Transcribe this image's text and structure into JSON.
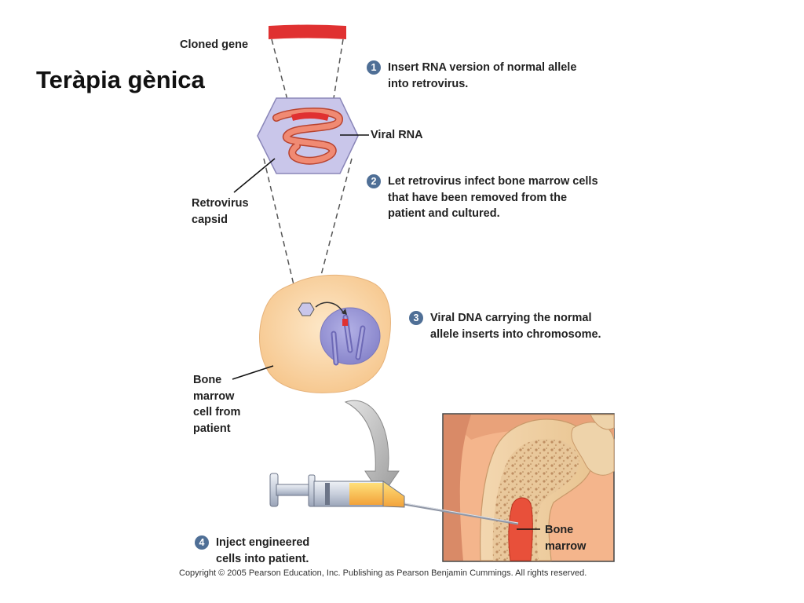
{
  "title": "Teràpia gènica",
  "labels": {
    "cloned_gene": "Cloned gene",
    "viral_rna": "Viral RNA",
    "retrovirus_capsid": [
      "Retrovirus",
      "capsid"
    ],
    "bone_marrow_cell": [
      "Bone",
      "marrow",
      "cell from",
      "patient"
    ],
    "bone_marrow": [
      "Bone",
      "marrow"
    ]
  },
  "steps": [
    {
      "number": "1",
      "lines": [
        "Insert RNA version of normal allele",
        "into retrovirus."
      ]
    },
    {
      "number": "2",
      "lines": [
        "Let retrovirus infect bone marrow cells",
        "that have been removed from the",
        "patient and cultured."
      ]
    },
    {
      "number": "3",
      "lines": [
        "Viral DNA carrying the normal",
        "allele inserts into chromosome."
      ]
    },
    {
      "number": "4",
      "lines": [
        "Inject engineered",
        "cells into patient."
      ]
    }
  ],
  "copyright": "Copyright © 2005 Pearson Education, Inc. Publishing as Pearson Benjamin Cummings. All rights reserved.",
  "colors": {
    "gene_red": "#e03131",
    "rna_salmon": "#f08a73",
    "capsid_lavender": "#c9c6ea",
    "cell_peach": "#fbd7a8",
    "nucleus_purple": "#8f8ccf",
    "step_badge": "#4f6f96"
  }
}
